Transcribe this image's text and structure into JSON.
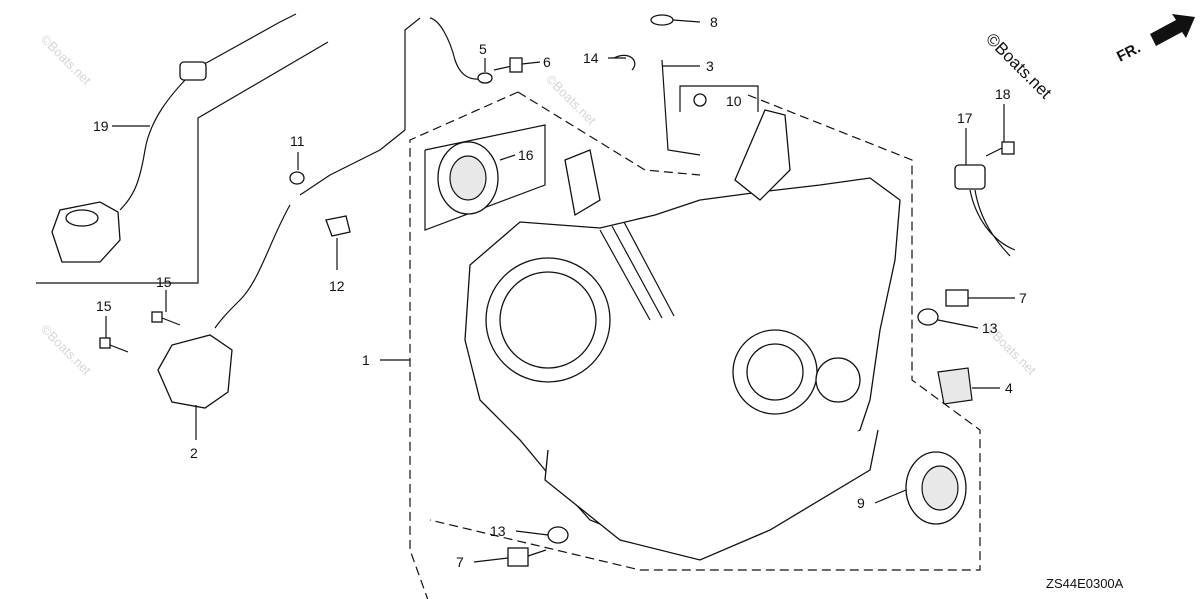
{
  "diagram": {
    "code": "ZS44E0300A",
    "orientation_label": "FR.",
    "watermark": "©Boats.net",
    "callouts": [
      {
        "id": "c1",
        "text": "1"
      },
      {
        "id": "c2",
        "text": "2"
      },
      {
        "id": "c3",
        "text": "3"
      },
      {
        "id": "c4",
        "text": "4"
      },
      {
        "id": "c5",
        "text": "5"
      },
      {
        "id": "c6",
        "text": "6"
      },
      {
        "id": "c7a",
        "text": "7"
      },
      {
        "id": "c7b",
        "text": "7"
      },
      {
        "id": "c8",
        "text": "8"
      },
      {
        "id": "c9",
        "text": "9"
      },
      {
        "id": "c10",
        "text": "10"
      },
      {
        "id": "c11",
        "text": "11"
      },
      {
        "id": "c12",
        "text": "12"
      },
      {
        "id": "c13a",
        "text": "13"
      },
      {
        "id": "c13b",
        "text": "13"
      },
      {
        "id": "c14",
        "text": "14"
      },
      {
        "id": "c15a",
        "text": "15"
      },
      {
        "id": "c15b",
        "text": "15"
      },
      {
        "id": "c16",
        "text": "16"
      },
      {
        "id": "c17",
        "text": "17"
      },
      {
        "id": "c18",
        "text": "18"
      },
      {
        "id": "c19",
        "text": "19"
      }
    ]
  }
}
